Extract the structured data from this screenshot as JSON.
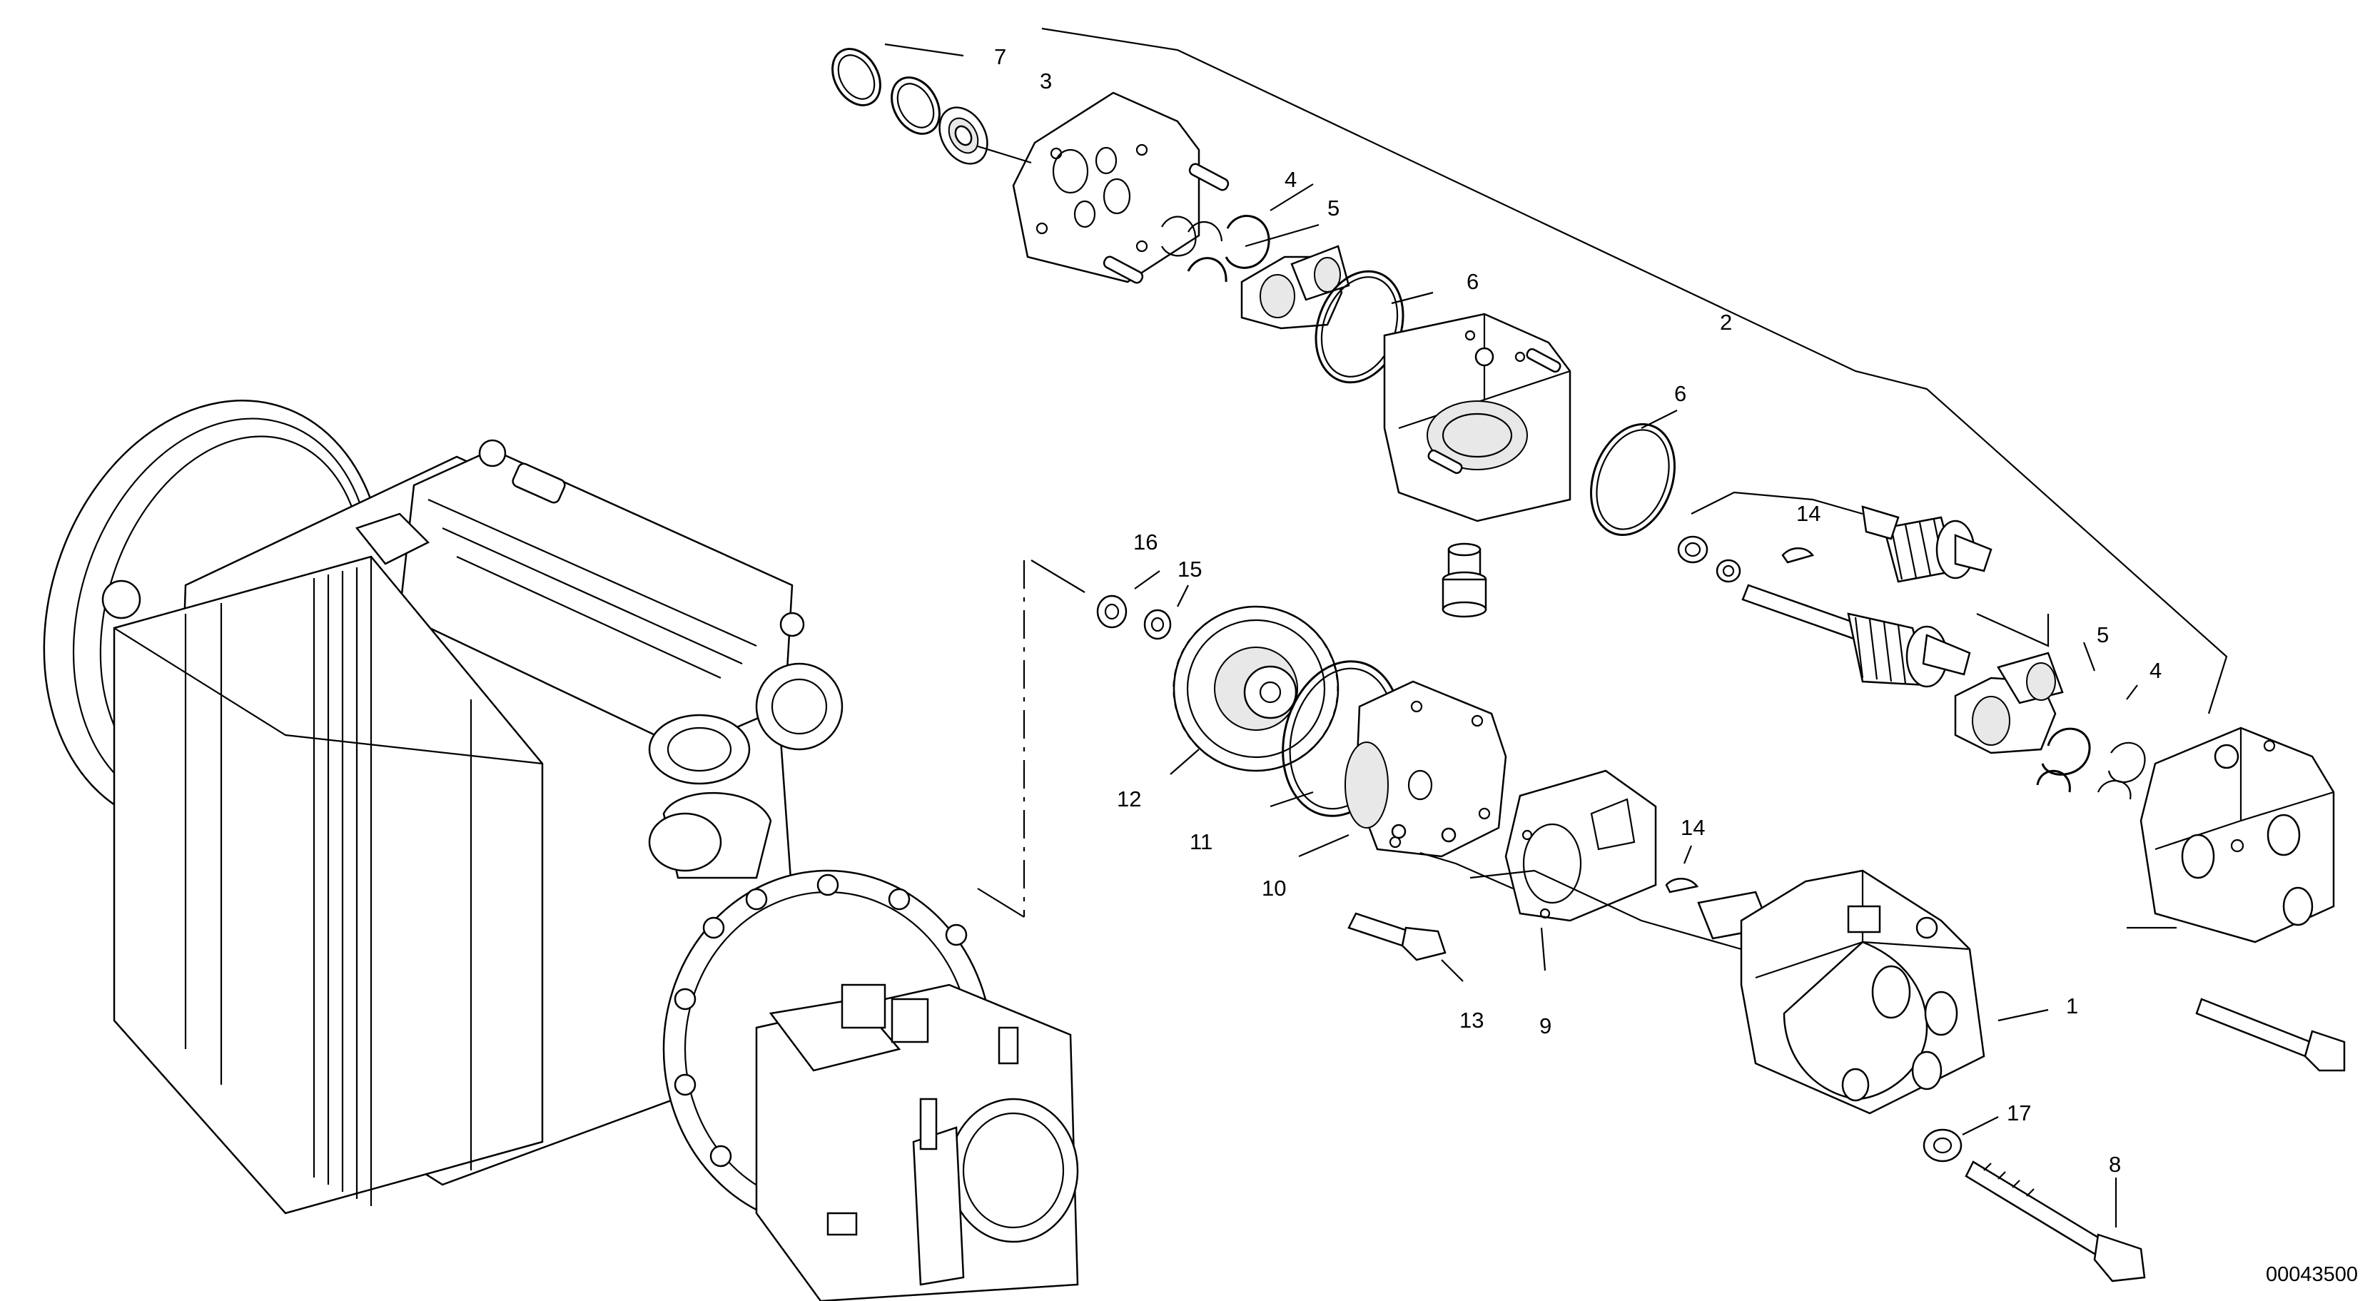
{
  "labels": {
    "p1": "1",
    "p2": "2",
    "p3": "3",
    "p4a": "4",
    "p4b": "4",
    "p5a": "5",
    "p5b": "5",
    "p6a": "6",
    "p6b": "6",
    "p7": "7",
    "p8": "8",
    "p9": "9",
    "p10": "10",
    "p11": "11",
    "p12": "12",
    "p13": "13",
    "p14a": "14",
    "p14b": "14",
    "p15": "15",
    "p16": "16",
    "p17": "17"
  },
  "document_number": "00043500"
}
